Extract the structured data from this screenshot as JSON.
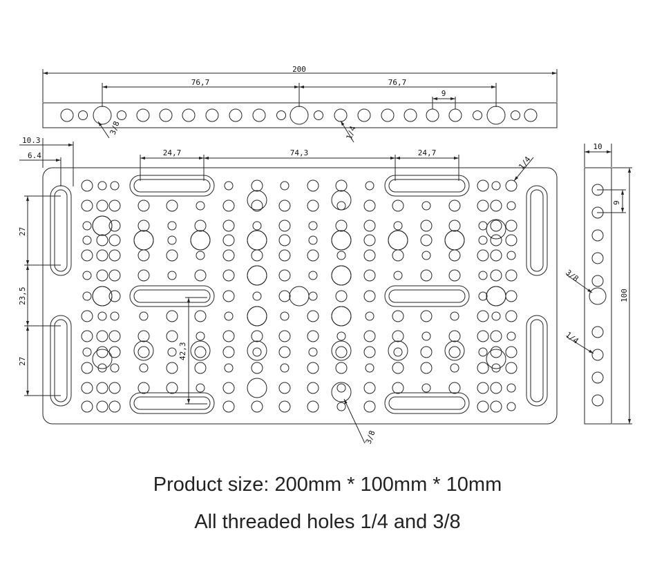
{
  "top_view": {
    "overall": "200",
    "spacing_left": "76,7",
    "spacing_right": "76,7",
    "pitch": "9",
    "label_large": "3/8",
    "label_small": "1/4"
  },
  "main_view": {
    "edge_outer": "10.3",
    "edge_inner": "6.4",
    "slot_len_left": "24,7",
    "slot_gap": "74,3",
    "slot_len_right": "24,7",
    "label_corner": "1/4",
    "slot_height_top": "27",
    "slot_spacing": "23,5",
    "slot_height_bottom": "27",
    "slot_vertical": "42,3",
    "label_bottom": "3/8"
  },
  "side_view": {
    "thickness": "10",
    "pitch": "9",
    "height": "100",
    "label_large": "3/8",
    "label_small": "1/4"
  },
  "captions": {
    "line1": "Product size: 200mm * 100mm * 10mm",
    "line2": "All threaded holes 1/4 and 3/8"
  }
}
